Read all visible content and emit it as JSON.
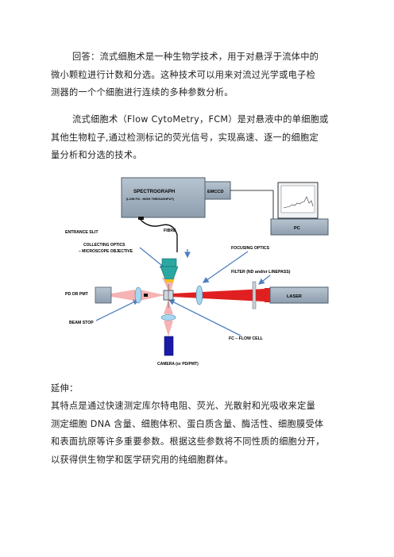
{
  "answer": {
    "lines": [
      "回答：流式细胞术是一种生物学技术，用于对悬浮于流体中的",
      "微小颗粒进行计数和分选。这种技术可以用来对流过光学或电子检",
      "测器的一个个细胞进行连续的多种参数分析。"
    ]
  },
  "definition": {
    "lines": [
      "流式细胞术（Flow CytoMetry，FCM）是对悬液中的单细胞或",
      "其他生物粒子,通过检测标记的荧光信号，实现高速、逐一的细胞定",
      "量分析和分选的技术。"
    ]
  },
  "diagram": {
    "spectrograph_title": "SPECTROGRAPH",
    "spectrograph_sub": "(LOW F/# - HIGH THROUGHPUT)",
    "emccd": "EMCCD",
    "pc": "PC",
    "entrance_slit": "ENTRANCE SLIT",
    "fibre": "FIBRE",
    "collecting_optics_1": "COLLECTING OPTICS",
    "collecting_optics_2": "– MICROSCOPE OBJECTIVE",
    "focusing_optics": "FOCUSING OPTICS",
    "filter": "FILTER (ND and/or LINEPASS)",
    "pd_or_pmt": "PD OR PMT",
    "laser": "LASER",
    "beam_stop": "BEAM STOP",
    "flow_cell": "FC – FLOW CELL",
    "camera": "CAMERA (or PD/PMT)",
    "colors": {
      "box_fill": "#9eaebd",
      "box_stroke": "#4e5d6c",
      "beam": "#e02020",
      "objective": "#2aa7a0",
      "lens": "#a8d8f0",
      "camera": "#1a1aa8",
      "arrow": "#4f7fc0"
    }
  },
  "extension": {
    "heading": "延伸："
  },
  "features": {
    "lines": [
      "其特点是通过快速测定库尔特电阻、荧光、光散射和光吸收来定量",
      "测定细胞 DNA 含量、细胞体积、蛋白质含量、酶活性、细胞膜受体",
      "和表面抗原等许多重要参数。根据这些参数将不同性质的细胞分开，",
      "以获得供生物学和医学研究用的纯细胞群体。"
    ]
  }
}
